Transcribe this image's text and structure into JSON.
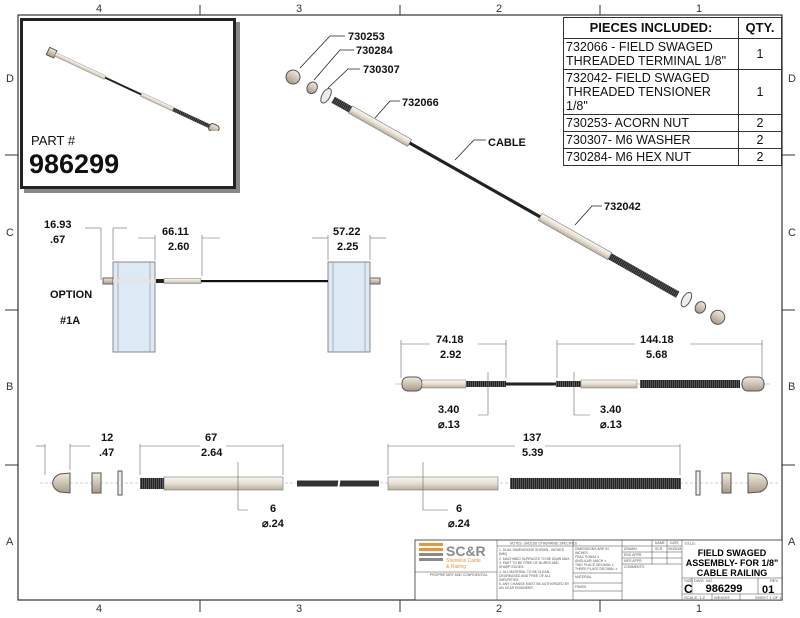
{
  "zones": {
    "columns": [
      "4",
      "3",
      "2",
      "1"
    ],
    "rows": [
      "D",
      "C",
      "B",
      "A"
    ]
  },
  "inset": {
    "part_label": "PART #",
    "part_number": "986299"
  },
  "pieces": {
    "header": {
      "description": "PIECES INCLUDED:",
      "qty": "QTY."
    },
    "rows": [
      {
        "description": "732066 - FIELD SWAGED THREADED TERMINAL 1/8\"",
        "qty": "1"
      },
      {
        "description": "732042- FIELD SWAGED THREADED TENSIONER 1/8\"",
        "qty": "1"
      },
      {
        "description": "730253- ACORN NUT",
        "qty": "2"
      },
      {
        "description": "730307- M6 WASHER",
        "qty": "2"
      },
      {
        "description": "730284- M6 HEX NUT",
        "qty": "2"
      }
    ]
  },
  "callouts": {
    "acorn": "730253",
    "hex": "730284",
    "washer": "730307",
    "terminal": "732066",
    "cable": "CABLE",
    "tensioner": "732042"
  },
  "option": {
    "label": "OPTION",
    "id": "#1A",
    "dims": [
      {
        "mm": "16.93",
        "in": ".67"
      },
      {
        "mm": "66.11",
        "in": "2.60"
      },
      {
        "mm": "57.22",
        "in": "2.25"
      }
    ]
  },
  "assembly": {
    "dims": [
      {
        "mm": "74.18",
        "in": "2.92"
      },
      {
        "mm": "144.18",
        "in": "5.68"
      },
      {
        "mm": "3.40",
        "in": "⌀.13"
      },
      {
        "mm": "3.40",
        "in": "⌀.13"
      }
    ]
  },
  "exploded": {
    "dims": [
      {
        "mm": "12",
        "in": ".47"
      },
      {
        "mm": "67",
        "in": "2.64"
      },
      {
        "mm": "6",
        "in": "⌀.24"
      },
      {
        "mm": "137",
        "in": "5.39"
      },
      {
        "mm": "6",
        "in": "⌀.24"
      }
    ]
  },
  "title_block": {
    "logo": "SC&R",
    "logo_sub1": "Stainless Cable",
    "logo_sub2": "& Railing",
    "proprietary": "PROPRIETARY AND CONFIDENTIAL",
    "notes_header": "NOTES: UNLESS OTHERWISE SPECIFIED",
    "notes": [
      "1. DUAL DIMENSIONS SHOWN - INCHES [MM]",
      "2. MACHINED SURFACES TO BE 63μIN MAX.",
      "3. PART TO BE FREE OF BURRS AND SHARP EDGES.",
      "4. ALL MATERIAL TO BE CLEAN, DEGREASED AND FREE OF ALL IMPURITIES.",
      "5. ANY CHANGE MUST BE AUTHORIZED BY AN SC&R ENGINEER."
    ],
    "tolerances": [
      "DIMENSIONS ARE IN INCHES",
      "FRACTIONAL ±",
      "ANGULAR: MACH ±",
      "TWO PLACE DECIMAL ±",
      "THREE PLACE DECIMAL ±"
    ],
    "material": "MATERIAL",
    "finish": "FINISH",
    "name_hdr": "NAME",
    "date_hdr": "DATE",
    "drawn": "DRAWN",
    "drawn_name": "SCR",
    "drawn_date": "05/25/18",
    "eng": "ENG APPR.",
    "mfg": "MFG APPR.",
    "comments": "COMMENTS:",
    "title_lbl": "TITLE:",
    "title": [
      "FIELD SWAGED",
      "ASSEMBLY- FOR 1/8\"",
      "CABLE RAILING"
    ],
    "size_lbl": "SIZE",
    "size": "C",
    "dwg_lbl": "DWG. NO.",
    "dwg": "986299",
    "rev_lbl": "REV",
    "rev": "01",
    "scale": "SCALE: 1:2",
    "weight": "WEIGHT:",
    "sheet": "SHEET 1 OF 1"
  },
  "colors": {
    "logo_orange": "#e8963a",
    "logo_gray": "#8a8a8a",
    "rod": "#e8e2d8",
    "thread": "#2a2a2a",
    "post": "#dbe8f3"
  }
}
